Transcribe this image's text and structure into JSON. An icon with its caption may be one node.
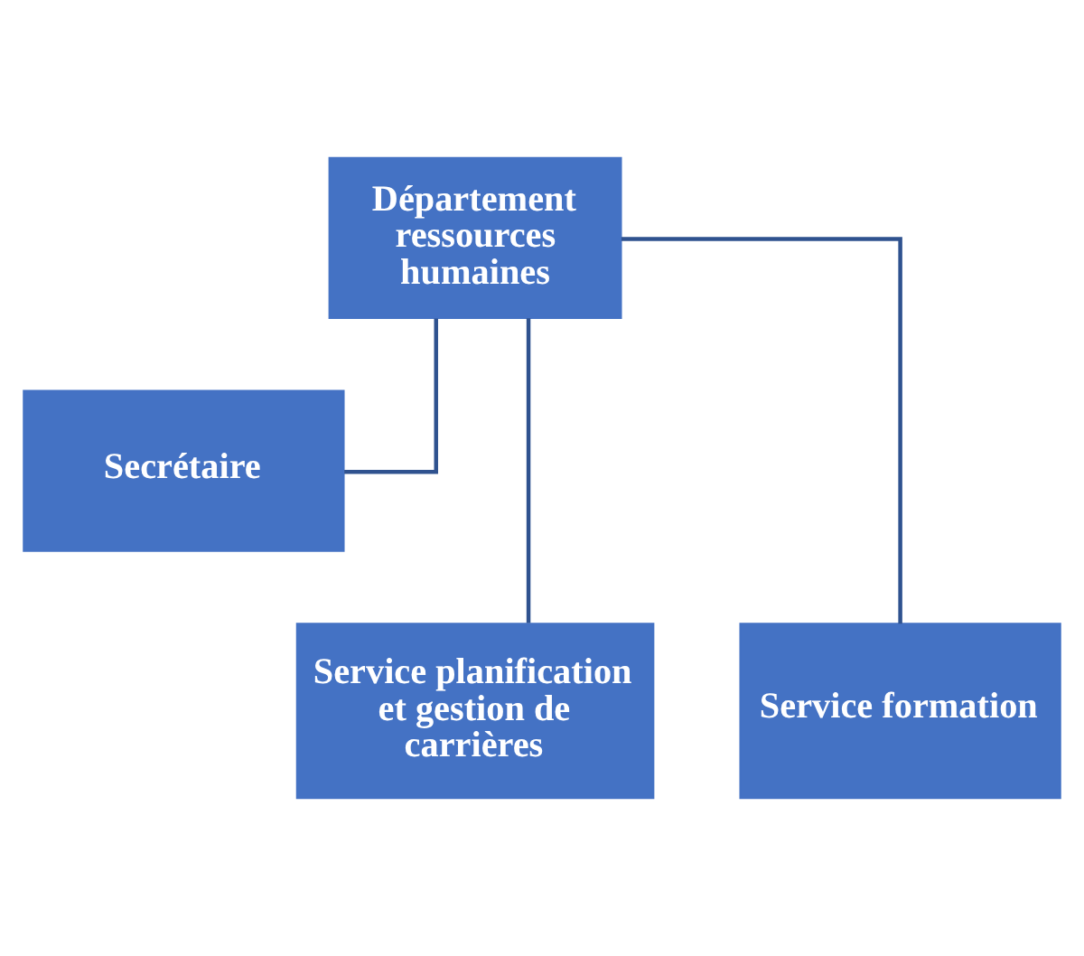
{
  "diagram": {
    "nodes": [
      {
        "text": [
          "Département ressources humaines"
        ]
      },
      {
        "text": [
          "Secrétaire"
        ]
      },
      {
        "text": [
          "Service planification et gestion de carrières"
        ]
      },
      {
        "text": [
          "Service formation"
        ]
      }
    ],
    "edges": [
      {
        "from": 0,
        "to": 1,
        "arrow": "none"
      },
      {
        "from": 0,
        "to": 2,
        "arrow": "none"
      },
      {
        "from": 0,
        "to": 3,
        "arrow": "none"
      }
    ]
  }
}
